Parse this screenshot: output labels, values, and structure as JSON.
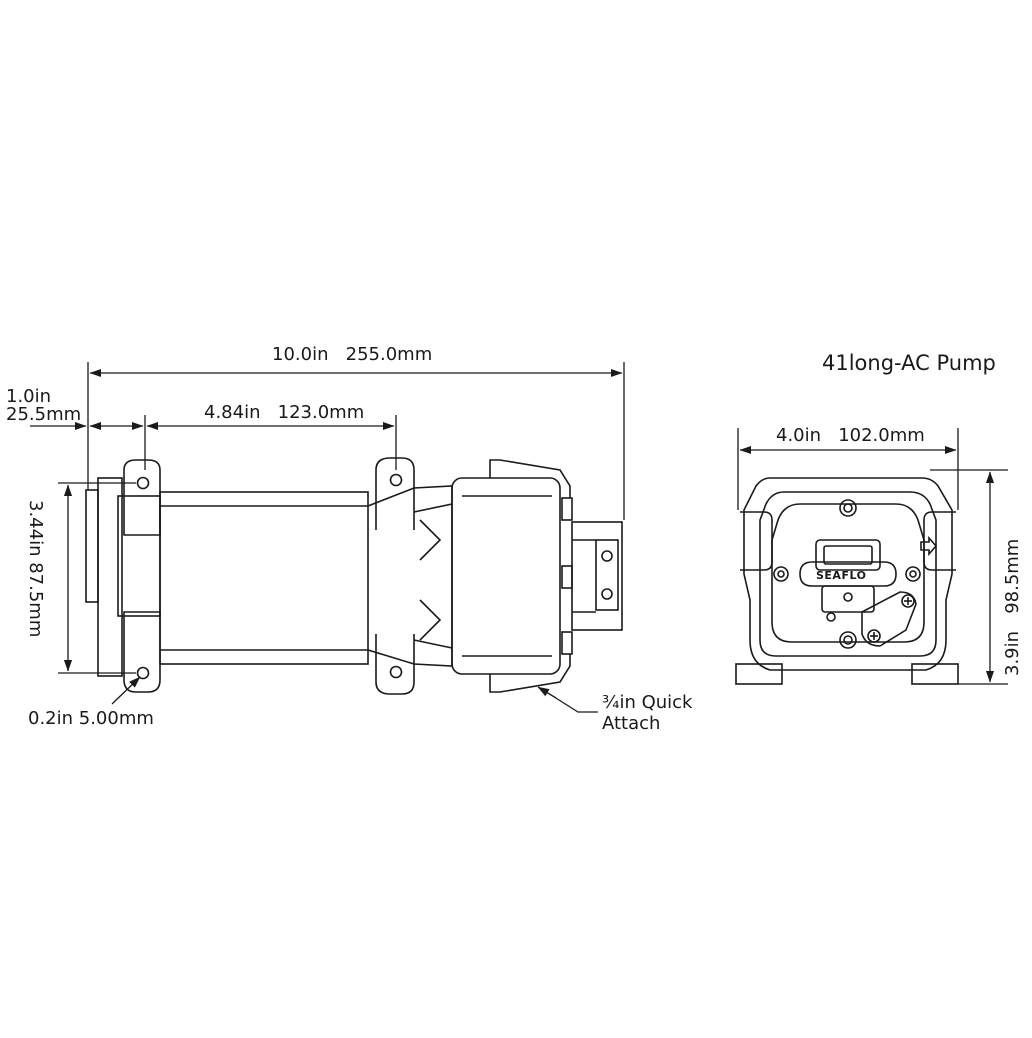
{
  "title": "41long-AC Pump",
  "dimensions": {
    "overall_length": "10.0in   255.0mm",
    "mount_offset_in": "1.0in",
    "mount_offset_mm": "25.5mm",
    "mount_spacing": "4.84in   123.0mm",
    "mount_height": "3.44in 87.5mm",
    "hole_diameter": "0.2in 5.00mm",
    "end_width": "4.0in   102.0mm",
    "end_height": "3.9in   98.5mm"
  },
  "port_label": {
    "line1": "¾in Quick",
    "line2": "Attach"
  },
  "brand": "SEAFLO",
  "colors": {
    "line": "#1a1a1a",
    "background": "#ffffff"
  }
}
